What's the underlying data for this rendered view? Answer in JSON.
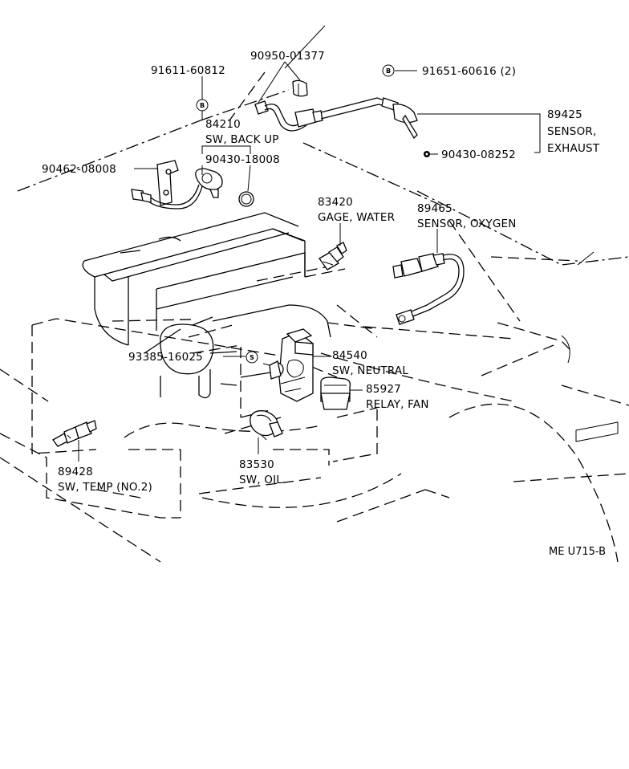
{
  "labels": {
    "p91611": "91611-60812",
    "p90950": "90950-01377",
    "p91651": "91651-60616 (2)",
    "p89425_num": "89425",
    "p89425_l1": "SENSOR,",
    "p89425_l2": "EXHAUST",
    "p90430_08252": "90430-08252",
    "p84210_num": "84210",
    "p84210_name": "SW, BACK  UP",
    "p90430_18008": "90430-18008",
    "p90462": "90462-08008",
    "p83420_num": "83420",
    "p83420_name": "GAGE, WATER",
    "p89465_num": "89465",
    "p89465_name": "SENSOR, OXYGEN",
    "p93385": "93385-16025",
    "p84540_num": "84540",
    "p84540_name": "SW, NEUTRAL",
    "p85927_num": "85927",
    "p85927_name": "RELAY, FAN",
    "p89428_num": "89428",
    "p89428_name": "SW, TEMP (NO.2)",
    "p83530_num": "83530",
    "p83530_name": "SW, OIL",
    "ref_code": "ME  U715-B"
  },
  "markers": {
    "b1": "B",
    "b2": "B",
    "s1": "S"
  }
}
